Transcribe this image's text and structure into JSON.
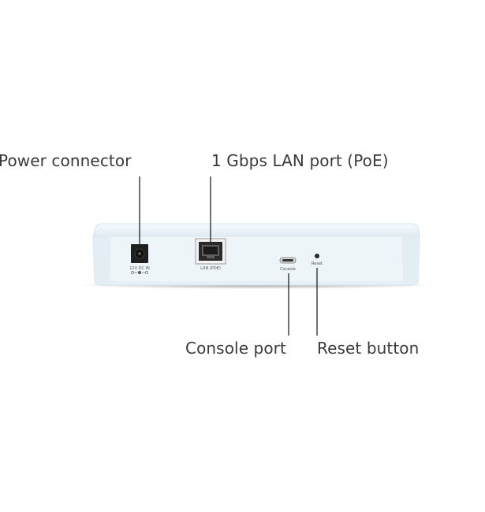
{
  "callouts": {
    "power": "Power connector",
    "lan": "1 Gbps LAN port (PoE)",
    "console": "Console port",
    "reset": "Reset button"
  },
  "device": {
    "power_label": "12V DC IN",
    "lan_label": "LAN (POE)",
    "console_label": "Console",
    "reset_label": "Reset"
  },
  "colors": {
    "device_body": "#eef6fa",
    "device_edge": "#cfe1ea",
    "leader_line": "#222222",
    "text": "#3a3a3a"
  },
  "icons": {
    "power_symbol": "dc-polarity-icon"
  }
}
